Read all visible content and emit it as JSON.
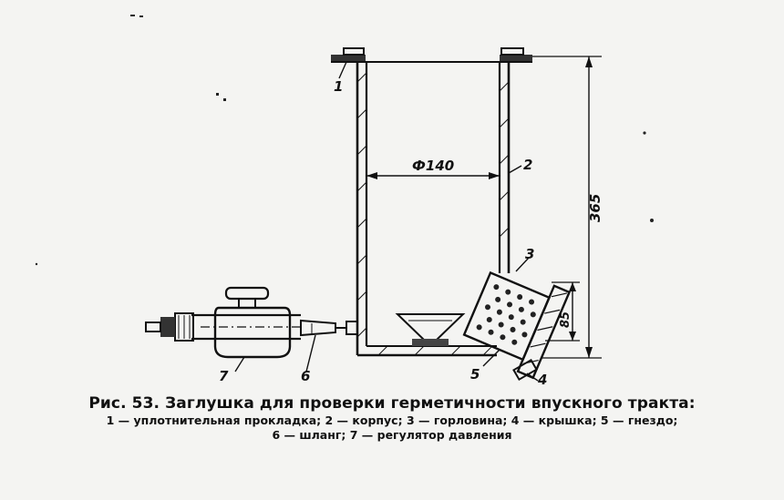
{
  "figure": {
    "callouts": {
      "c1": "1",
      "c2": "2",
      "c3": "3",
      "c4": "4",
      "c5": "5",
      "c6": "6",
      "c7": "7"
    },
    "dimensions": {
      "diameter": "Ф140",
      "height": "365",
      "neck": "85"
    }
  },
  "caption": {
    "title": "Рис. 53. Заглушка для проверки герметичности впускного тракта:",
    "legend_line1": "1 — уплотнительная прокладка; 2 — корпус; 3 — горловина; 4 — крышка; 5 — гнездо;",
    "legend_line2": "6 — шланг; 7 — регулятор давления"
  }
}
